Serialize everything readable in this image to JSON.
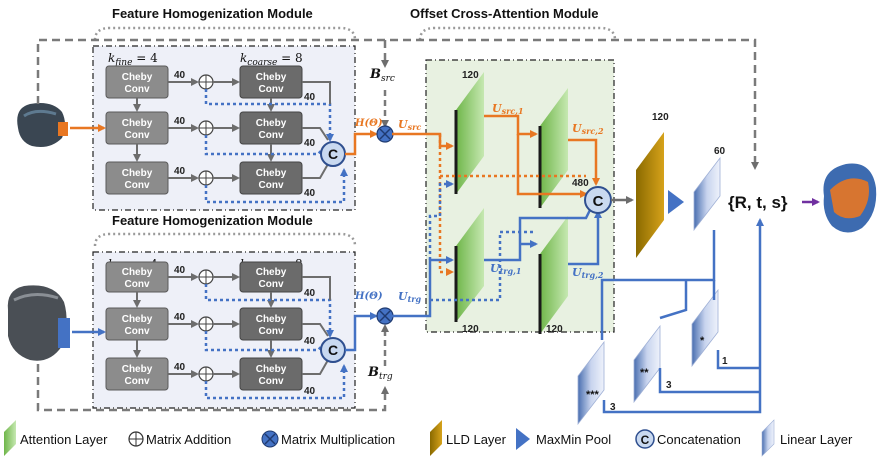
{
  "modules": {
    "fhm_title_top": "Feature Homogenization Module",
    "fhm_title_bottom": "Feature Homogenization Module",
    "oca_title": "Offset Cross-Attention Module",
    "k_fine": "k",
    "k_fine_sub": "fine",
    "k_fine_val": " = 4",
    "k_coarse": "k",
    "k_coarse_sub": "coarse",
    "k_coarse_val": " = 8",
    "cheby_line1": "Cheby",
    "cheby_line2": "Conv",
    "dim40": "40",
    "concat": "C"
  },
  "labels": {
    "b_src": "B",
    "b_src_sub": "src",
    "b_trg": "B",
    "b_trg_sub": "trg",
    "h_theta": "H(Θ)",
    "u_src": "U",
    "u_src_sub": "src",
    "u_trg": "U",
    "u_trg_sub": "trg",
    "u_src1_sub": "src,1",
    "u_src2_sub": "src,2",
    "u_trg1_sub": "trg,1",
    "u_trg2_sub": "trg,2",
    "dim120": "120",
    "dim480": "480",
    "dim60": "60",
    "rts": "{R, t, s}",
    "star1": "*",
    "star2": "**",
    "star3": "***",
    "n1": "1",
    "n3a": "3",
    "n3b": "3"
  },
  "legend": [
    {
      "name": "attention-layer",
      "label": "Attention Layer"
    },
    {
      "name": "matrix-addition",
      "label": "Matrix Addition"
    },
    {
      "name": "matrix-multiplication",
      "label": "Matrix Multiplication"
    },
    {
      "name": "lld-layer",
      "label": "LLD Layer"
    },
    {
      "name": "maxmin-pool",
      "label": "MaxMin Pool"
    },
    {
      "name": "concatenation",
      "label": "Concatenation"
    },
    {
      "name": "linear-layer",
      "label": "Linear Layer"
    }
  ],
  "colors": {
    "orange": "#e87722",
    "blue": "#4472c4",
    "panel": "#eef0f8",
    "attention": "#9bd07a",
    "lld": "#c99a12"
  }
}
